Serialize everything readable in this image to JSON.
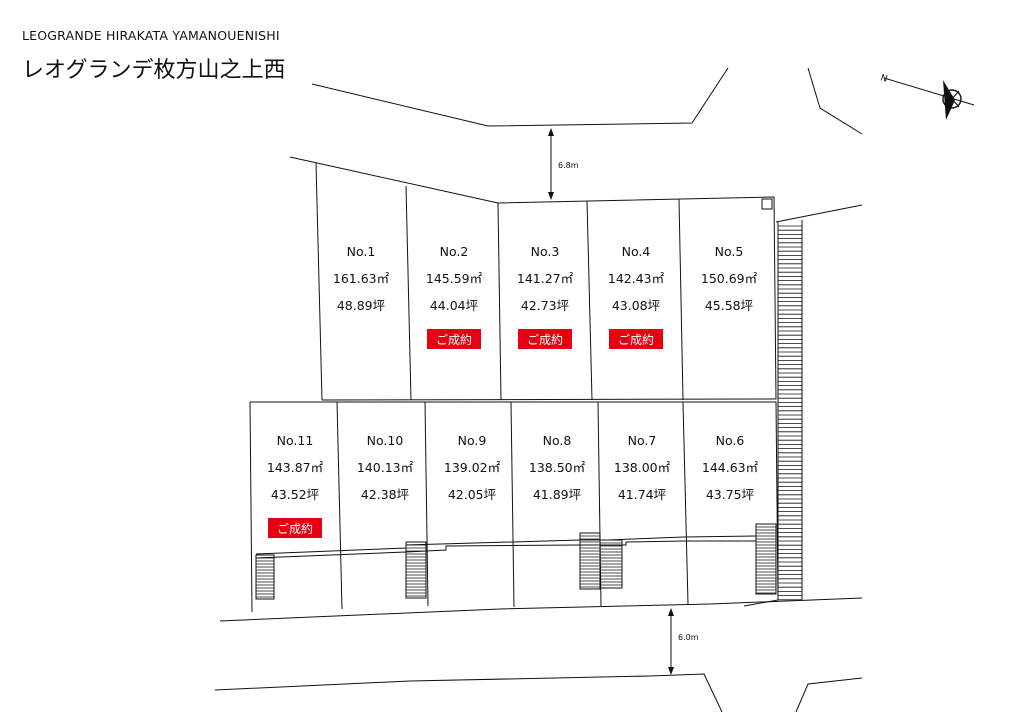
{
  "header": {
    "title_en": "LEOGRANDE HIRAKATA YAMANOUENISHI",
    "title_jp": "レオグランデ枚方山之上西"
  },
  "roads": {
    "north_width": "6.8m",
    "south_width": "6.0m"
  },
  "compass": {
    "north_mark": "N"
  },
  "sold_label": "ご成約",
  "lots_top": [
    {
      "no": "No.1",
      "sqm": "161.63㎡",
      "tsubo": "48.89坪",
      "sold": false
    },
    {
      "no": "No.2",
      "sqm": "145.59㎡",
      "tsubo": "44.04坪",
      "sold": true
    },
    {
      "no": "No.3",
      "sqm": "141.27㎡",
      "tsubo": "42.73坪",
      "sold": true
    },
    {
      "no": "No.4",
      "sqm": "142.43㎡",
      "tsubo": "43.08坪",
      "sold": true
    },
    {
      "no": "No.5",
      "sqm": "150.69㎡",
      "tsubo": "45.58坪",
      "sold": false
    }
  ],
  "lots_bottom": [
    {
      "no": "No.11",
      "sqm": "143.87㎡",
      "tsubo": "43.52坪",
      "sold": true
    },
    {
      "no": "No.10",
      "sqm": "140.13㎡",
      "tsubo": "42.38坪",
      "sold": false
    },
    {
      "no": "No.9",
      "sqm": "139.02㎡",
      "tsubo": "42.05坪",
      "sold": false
    },
    {
      "no": "No.8",
      "sqm": "138.50㎡",
      "tsubo": "41.89坪",
      "sold": false
    },
    {
      "no": "No.7",
      "sqm": "138.00㎡",
      "tsubo": "41.74坪",
      "sold": false
    },
    {
      "no": "No.6",
      "sqm": "144.63㎡",
      "tsubo": "43.75坪",
      "sold": false
    }
  ]
}
